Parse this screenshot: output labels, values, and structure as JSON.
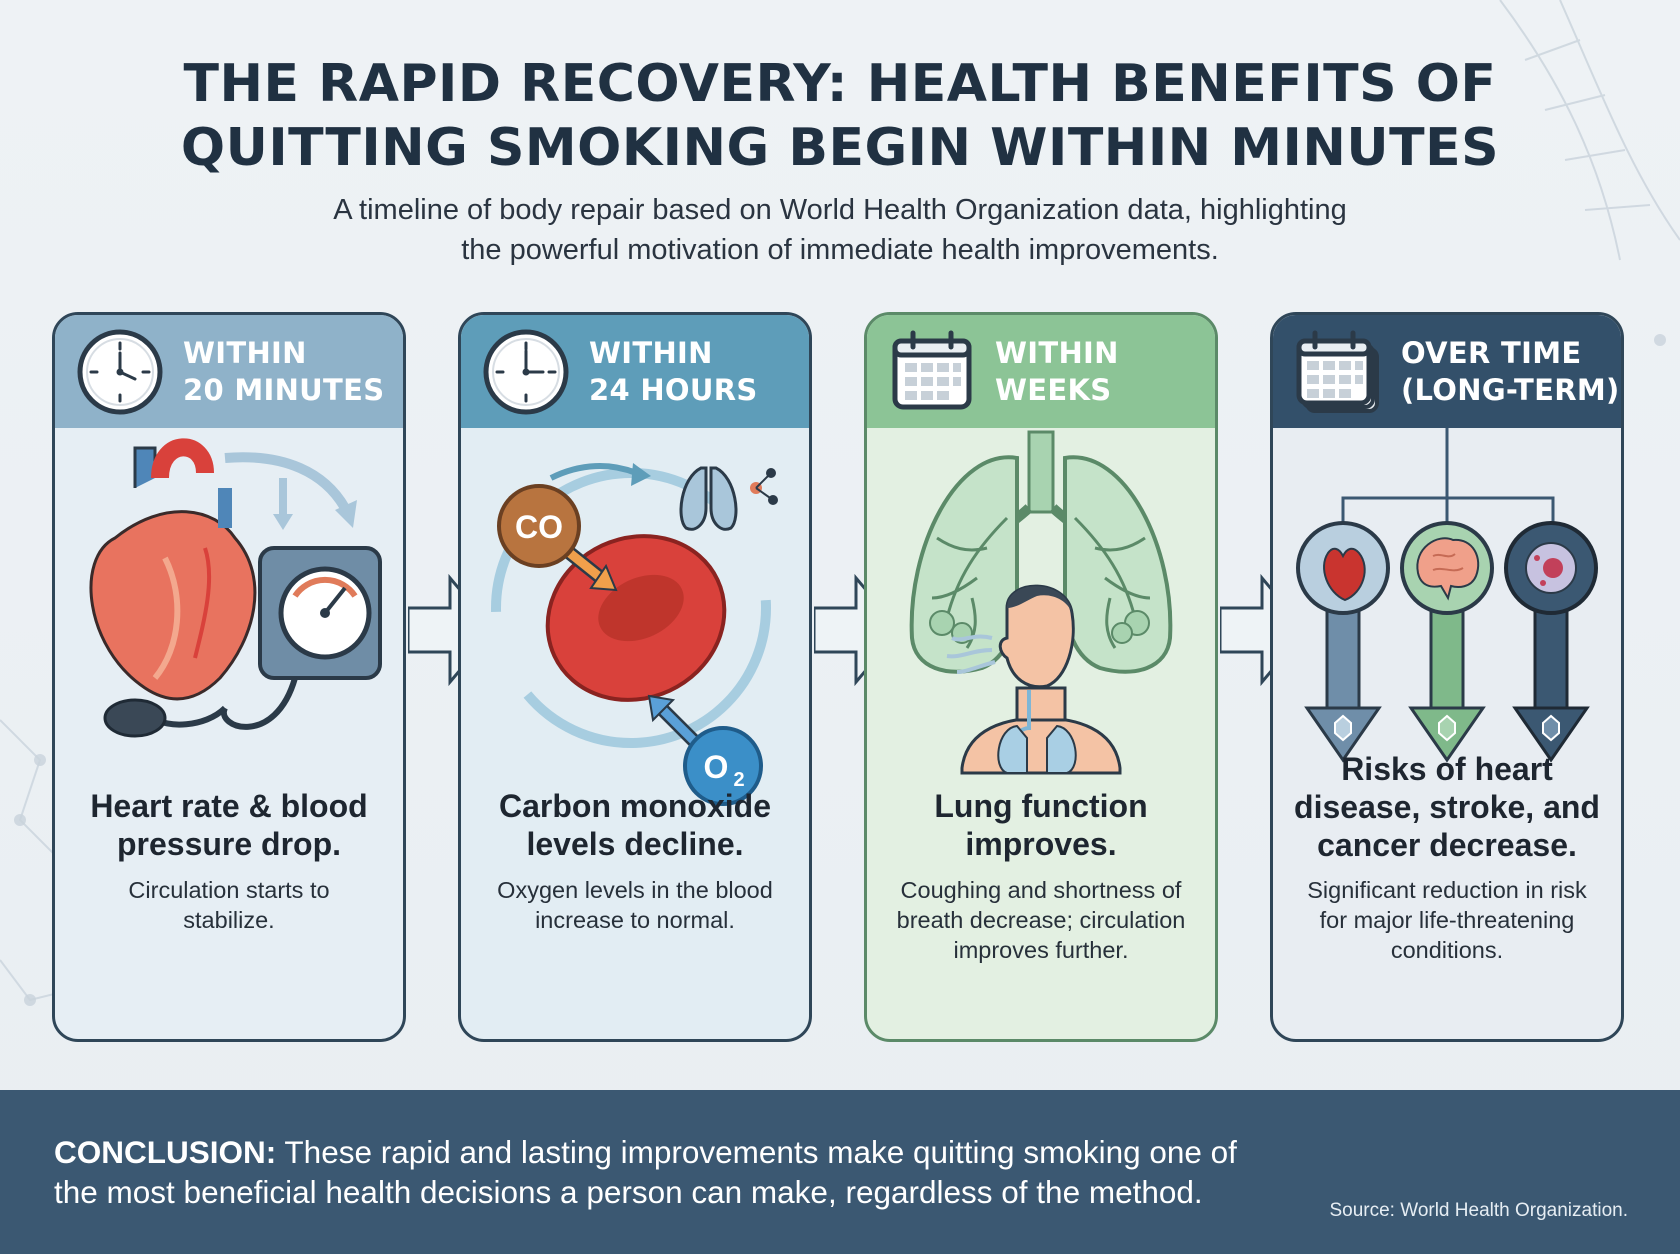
{
  "title": {
    "line1": "THE RAPID RECOVERY: HEALTH BENEFITS OF",
    "line2": "QUITTING SMOKING BEGIN WITHIN MINUTES"
  },
  "subtitle": {
    "line1": "A timeline of body repair based on World Health Organization data, highlighting",
    "line2": "the powerful motivation of immediate health improvements."
  },
  "stages": [
    {
      "icon": "clock-icon",
      "header": [
        "WITHIN",
        "20 MINUTES"
      ],
      "headline": [
        "Heart rate & blood",
        "pressure drop."
      ],
      "description": [
        "Circulation starts to",
        "stabilize."
      ],
      "color": "#8fb2c9"
    },
    {
      "icon": "clock-icon",
      "header": [
        "WITHIN",
        "24 HOURS"
      ],
      "headline": [
        "Carbon monoxide",
        "levels decline."
      ],
      "description": [
        "Oxygen levels in the blood",
        "increase to normal."
      ],
      "molecules": {
        "co": "CO",
        "o2": "O",
        "o2_sub": "2"
      },
      "color": "#5e9db9"
    },
    {
      "icon": "calendar-icon",
      "header": [
        "WITHIN",
        "WEEKS"
      ],
      "headline": [
        "Lung function",
        "improves."
      ],
      "description": [
        "Coughing and shortness of",
        "breath decrease; circulation",
        "improves further."
      ],
      "color": "#8cc496"
    },
    {
      "icon": "calendar-stack-icon",
      "header": [
        "OVER TIME",
        "(LONG-TERM)"
      ],
      "headline": [
        "Risks of heart",
        "disease, stroke, and",
        "cancer decrease."
      ],
      "description": [
        "Significant reduction in risk",
        "for major life-threatening",
        "conditions."
      ],
      "color": "#33506a"
    }
  ],
  "conclusion": {
    "label": "CONCLUSION:",
    "text_line1": " These rapid and lasting improvements make quitting smoking one of",
    "text_line2": "the most beneficial health decisions a person can make, regardless of the method."
  },
  "source": "Source: World Health Organization.",
  "colors": {
    "title": "#203142",
    "footer": "#3b5872",
    "card_border": "#2f4658",
    "accent_red": "#d9413b",
    "accent_blue": "#3b8fc8",
    "accent_green": "#7fb98a"
  }
}
